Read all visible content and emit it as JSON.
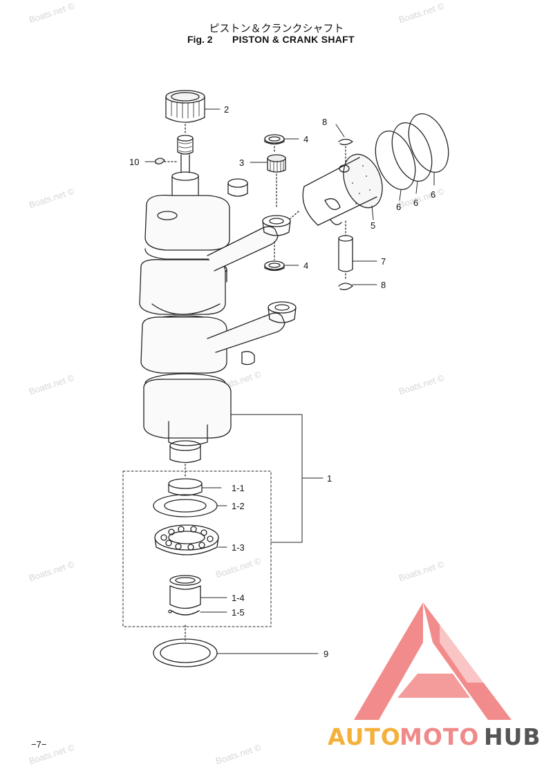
{
  "header": {
    "title_jp": "ピストン＆クランクシャフト",
    "fig_label": "Fig. 2",
    "title": "PISTON & CRANK SHAFT"
  },
  "watermark_text": "Boats.net ©",
  "page_number": "−7−",
  "callouts": {
    "c2": "2",
    "c10": "10",
    "c4a": "4",
    "c3": "3",
    "c8a": "8",
    "c6a": "6",
    "c6b": "6",
    "c6c": "6",
    "c5": "5",
    "c4b": "4",
    "c7": "7",
    "c8b": "8",
    "c1": "1",
    "c1_1": "1-1",
    "c1_2": "1-2",
    "c1_3": "1-3",
    "c1_4": "1-4",
    "c1_5": "1-5",
    "c9": "9"
  },
  "brand": {
    "part1": "AUTO",
    "part2": "MOTO",
    "part3": "HUB"
  },
  "colors": {
    "line": "#222222",
    "watermark": "#d6d6d6",
    "brand_orange": "#f4b13a",
    "brand_pink": "#f08a8a",
    "brand_gray": "#555555",
    "logo_red": "#f28b8b"
  }
}
